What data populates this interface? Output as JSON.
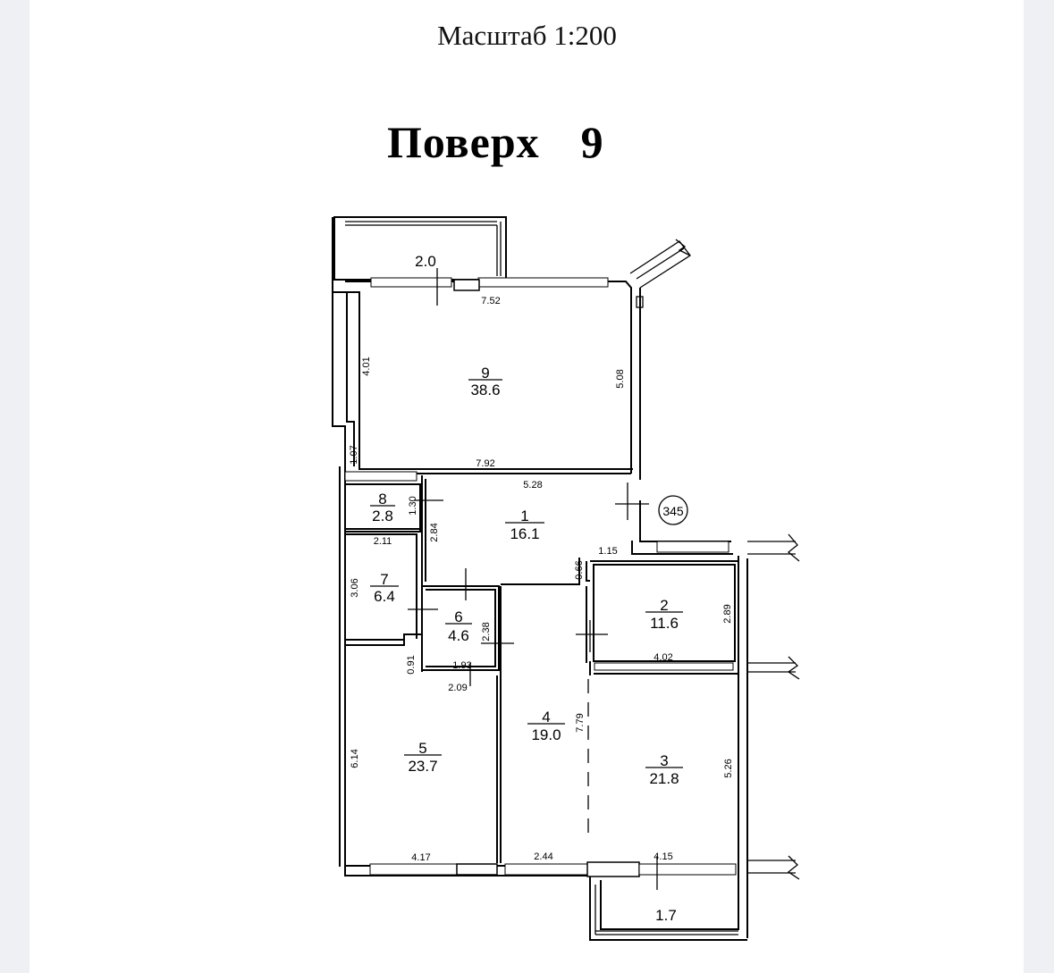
{
  "header": {
    "scale_label": "Масштаб 1:200",
    "floor_word": "Поверх",
    "floor_number": "9"
  },
  "plan": {
    "section_marker": "345",
    "balconies": {
      "top": "2.0",
      "bottom": "1.7"
    },
    "rooms": [
      {
        "number": "9",
        "area": "38.6"
      },
      {
        "number": "8",
        "area": "2.8"
      },
      {
        "number": "1",
        "area": "16.1"
      },
      {
        "number": "7",
        "area": "6.4"
      },
      {
        "number": "6",
        "area": "4.6"
      },
      {
        "number": "2",
        "area": "11.6"
      },
      {
        "number": "4",
        "area": "19.0"
      },
      {
        "number": "5",
        "area": "23.7"
      },
      {
        "number": "3",
        "area": "21.8"
      }
    ],
    "dimensions": {
      "d_7_52": "7.52",
      "d_4_01": "4.01",
      "d_5_08": "5.08",
      "d_1_07": "1.07",
      "d_7_92": "7.92",
      "d_5_28": "5.28",
      "d_1_30": "1.30",
      "d_2_84": "2.84",
      "d_2_11": "2.11",
      "d_3_06": "3.06",
      "d_1_15": "1.15",
      "d_0_66": "0.66",
      "d_2_38": "2.38",
      "d_2_89": "2.89",
      "d_4_02": "4.02",
      "d_0_91": "0.91",
      "d_1_93": "1.93",
      "d_2_09": "2.09",
      "d_6_14": "6.14",
      "d_7_79": "7.79",
      "d_5_26": "5.26",
      "d_4_17": "4.17",
      "d_2_44": "2.44",
      "d_4_15": "4.15"
    }
  }
}
